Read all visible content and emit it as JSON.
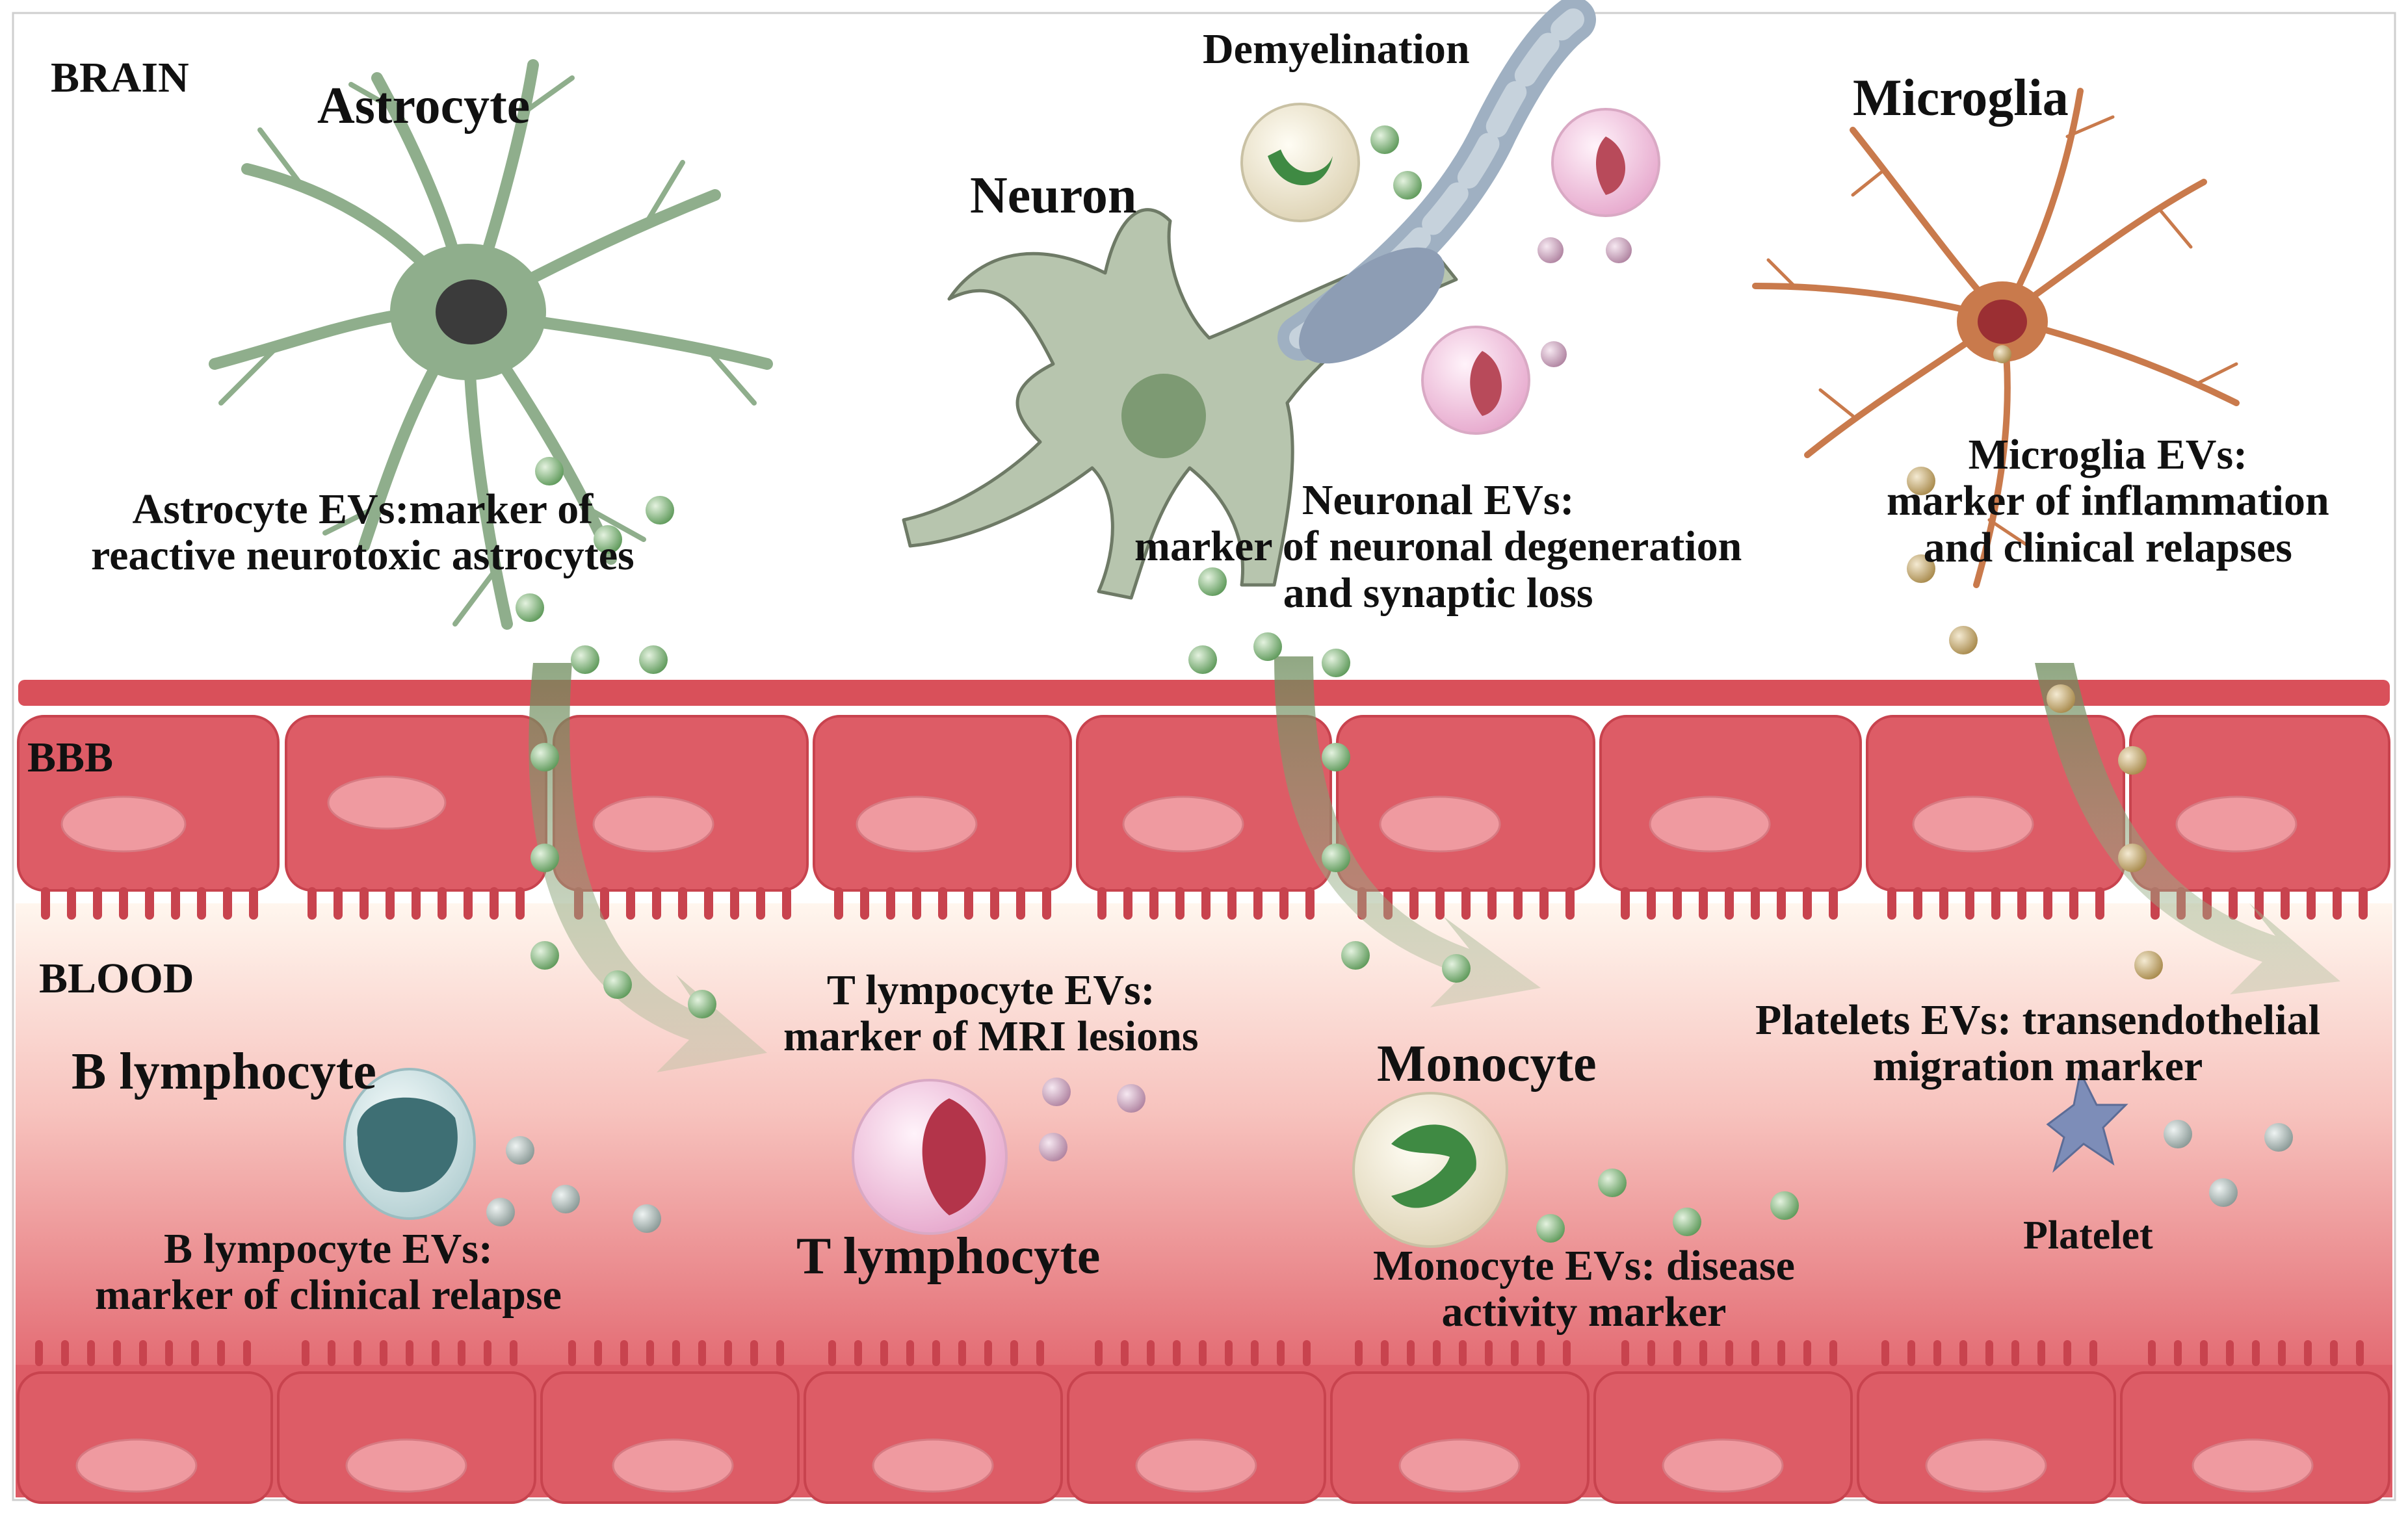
{
  "regions": {
    "brain": "BRAIN",
    "bbb": "BBB",
    "blood": "BLOOD"
  },
  "cells": {
    "astrocyte": "Astrocyte",
    "demyelination": "Demyelination",
    "neuron": "Neuron",
    "microglia": "Microglia",
    "b_lymphocyte": "B lymphocyte",
    "t_lymphocyte": "T lymphocyte",
    "monocyte": "Monocyte",
    "platelet": "Platelet"
  },
  "markers": {
    "astrocyte_evs": [
      "Astrocyte EVs:marker of",
      "reactive neurotoxic astrocytes"
    ],
    "neuronal_evs": [
      "Neuronal EVs:",
      "marker of neuronal degeneration",
      "and synaptic loss"
    ],
    "microglia_evs": [
      "Microglia EVs:",
      "marker of inflammation",
      "and clinical relapses"
    ],
    "t_lymphocyte_evs": [
      "T lympocyte EVs:",
      "marker of MRI lesions"
    ],
    "platelets_evs": [
      "Platelets EVs: transendothelial",
      "migration marker"
    ],
    "b_lymphocyte_evs": [
      "B lympocyte EVs:",
      "marker of clinical relapse"
    ],
    "monocyte_evs": [
      "Monocyte EVs: disease",
      "activity marker"
    ]
  },
  "colors": {
    "endothelium": "#dd5c66",
    "endothelium_dark": "#c8434e",
    "membrane": "#d9505a",
    "astrocyte": "#8fae8c",
    "neuron": "#b7c5ae",
    "microglia": "#c97a4c",
    "ev_green": "#7fb07a",
    "ev_mauve": "#c9a3bb",
    "ev_tan": "#c2a56e",
    "ev_gray": "#a8b3b0"
  }
}
